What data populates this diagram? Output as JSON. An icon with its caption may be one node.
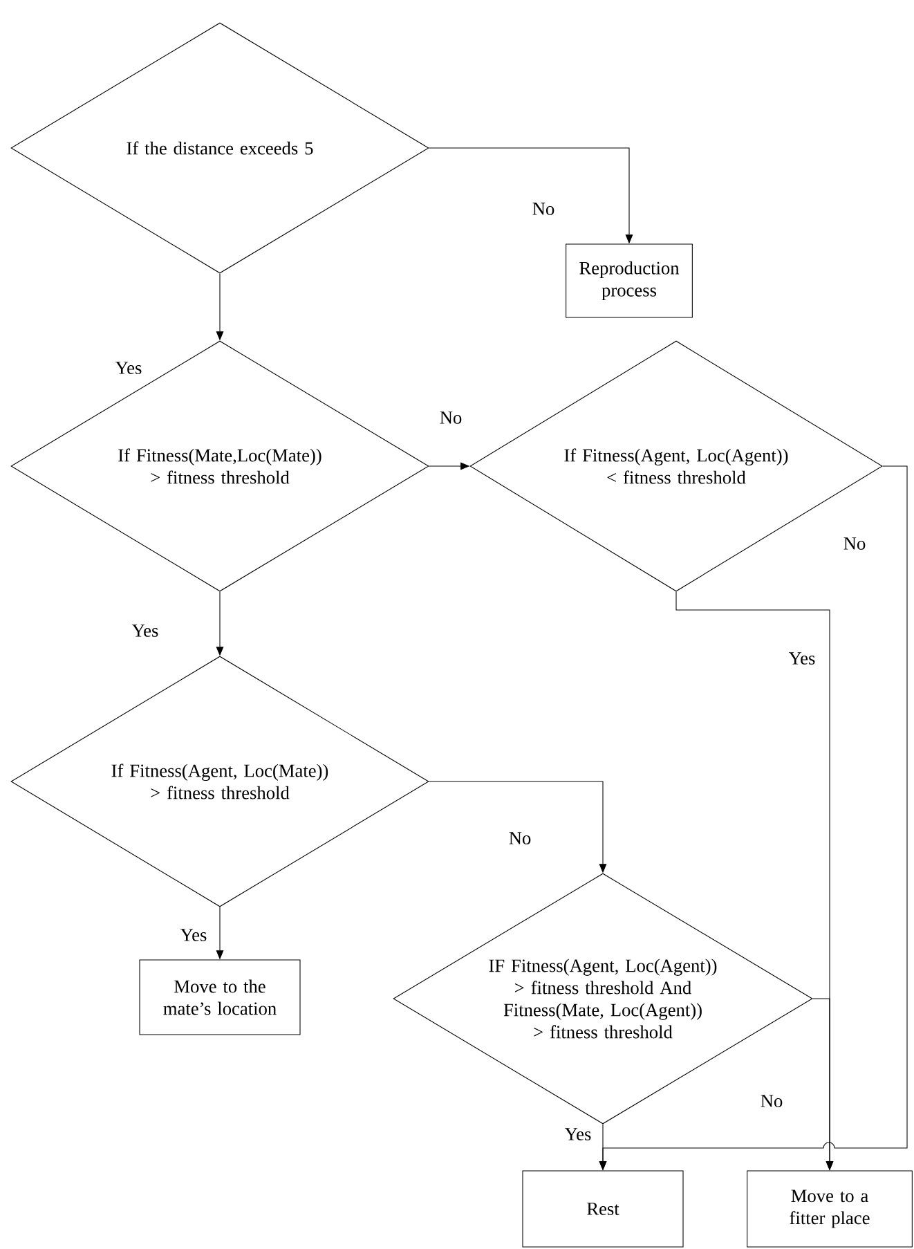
{
  "diagram": {
    "nodes": [
      {
        "text": [
          "If the distance exceeds 5"
        ]
      },
      {
        "text": [
          "Reproduction process"
        ]
      },
      {
        "text": [
          "If Fitness(Mate,Loc(Mate)) > fitness threshold"
        ]
      },
      {
        "text": [
          "If Fitness(Agent, Loc(Agent)) < fitness threshold"
        ]
      },
      {
        "text": [
          "If Fitness(Agent, Loc(Mate)) > fitness threshold"
        ]
      },
      {
        "text": [
          "Move to the mate’s location"
        ]
      },
      {
        "text": [
          "IF Fitness(Agent, Loc(Agent)) > fitness threshold And Fitness(Mate, Loc(Agent)) > fitness threshold"
        ]
      },
      {
        "text": [
          "Rest"
        ]
      },
      {
        "text": [
          "Move to a fitter place"
        ]
      }
    ],
    "edges": [
      {
        "from": 0,
        "to": 1,
        "arrow": "to",
        "label": "No"
      },
      {
        "from": 0,
        "to": 2,
        "arrow": "to",
        "label": "Yes"
      },
      {
        "from": 2,
        "to": 3,
        "arrow": "to",
        "label": "No"
      },
      {
        "from": 2,
        "to": 4,
        "arrow": "to",
        "label": "Yes"
      },
      {
        "from": 3,
        "to": 7,
        "arrow": "to",
        "label": "No"
      },
      {
        "from": 3,
        "to": 8,
        "arrow": "to",
        "label": "Yes"
      },
      {
        "from": 4,
        "to": 6,
        "arrow": "to",
        "label": "No"
      },
      {
        "from": 4,
        "to": 5,
        "arrow": "to",
        "label": "Yes"
      },
      {
        "from": 6,
        "to": 8,
        "arrow": "to",
        "label": "No"
      },
      {
        "from": 6,
        "to": 7,
        "arrow": "to",
        "label": "Yes"
      }
    ]
  }
}
